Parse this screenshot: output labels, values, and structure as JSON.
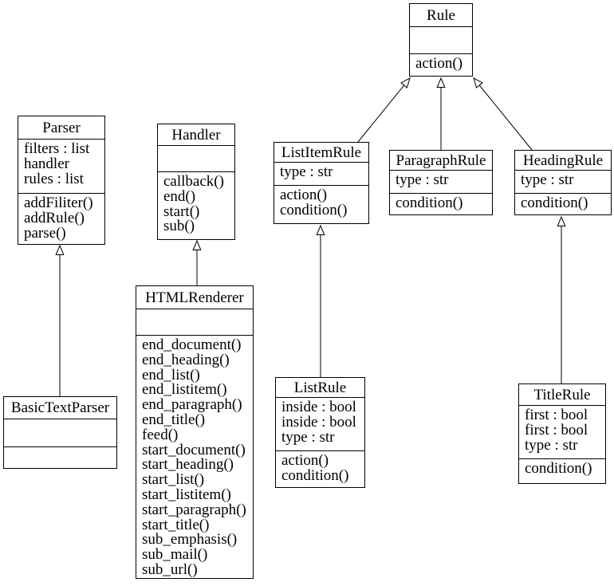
{
  "diagram": {
    "kind": "uml-class-diagram",
    "colors": {
      "background": "#ffffff",
      "line": "#000000",
      "text": "#000000"
    }
  },
  "classes": {
    "rule": {
      "name": "Rule",
      "attributes": [],
      "methods": [
        "action()"
      ]
    },
    "parser": {
      "name": "Parser",
      "attributes": [
        "filters : list",
        "handler",
        "rules : list"
      ],
      "methods": [
        "addFiliter()",
        "addRule()",
        "parse()"
      ]
    },
    "handler": {
      "name": "Handler",
      "attributes": [],
      "methods": [
        "callback()",
        "end()",
        "start()",
        "sub()"
      ]
    },
    "listitemrule": {
      "name": "ListItemRule",
      "attributes": [
        "type : str"
      ],
      "methods": [
        "action()",
        "condition()"
      ]
    },
    "paragraphrule": {
      "name": "ParagraphRule",
      "attributes": [
        "type : str"
      ],
      "methods": [
        "condition()"
      ]
    },
    "headingrule": {
      "name": "HeadingRule",
      "attributes": [
        "type : str"
      ],
      "methods": [
        "condition()"
      ]
    },
    "htmlrenderer": {
      "name": "HTMLRenderer",
      "attributes": [],
      "methods": [
        "end_document()",
        "end_heading()",
        "end_list()",
        "end_listitem()",
        "end_paragraph()",
        "end_title()",
        "feed()",
        "start_document()",
        "start_heading()",
        "start_list()",
        "start_listitem()",
        "start_paragraph()",
        "start_title()",
        "sub_emphasis()",
        "sub_mail()",
        "sub_url()"
      ]
    },
    "basictextparser": {
      "name": "BasicTextParser",
      "attributes": [],
      "methods": []
    },
    "listrule": {
      "name": "ListRule",
      "attributes": [
        "inside : bool",
        "inside : bool",
        "type : str"
      ],
      "methods": [
        "action()",
        "condition()"
      ]
    },
    "titlerule": {
      "name": "TitleRule",
      "attributes": [
        "first : bool",
        "first : bool",
        "type : str"
      ],
      "methods": [
        "condition()"
      ]
    }
  },
  "relations": [
    {
      "from": "BasicTextParser",
      "to": "Parser",
      "type": "inheritance"
    },
    {
      "from": "HTMLRenderer",
      "to": "Handler",
      "type": "inheritance"
    },
    {
      "from": "ListRule",
      "to": "ListItemRule",
      "type": "inheritance"
    },
    {
      "from": "TitleRule",
      "to": "HeadingRule",
      "type": "inheritance"
    },
    {
      "from": "ListItemRule",
      "to": "Rule",
      "type": "inheritance"
    },
    {
      "from": "ParagraphRule",
      "to": "Rule",
      "type": "inheritance"
    },
    {
      "from": "HeadingRule",
      "to": "Rule",
      "type": "inheritance"
    }
  ]
}
